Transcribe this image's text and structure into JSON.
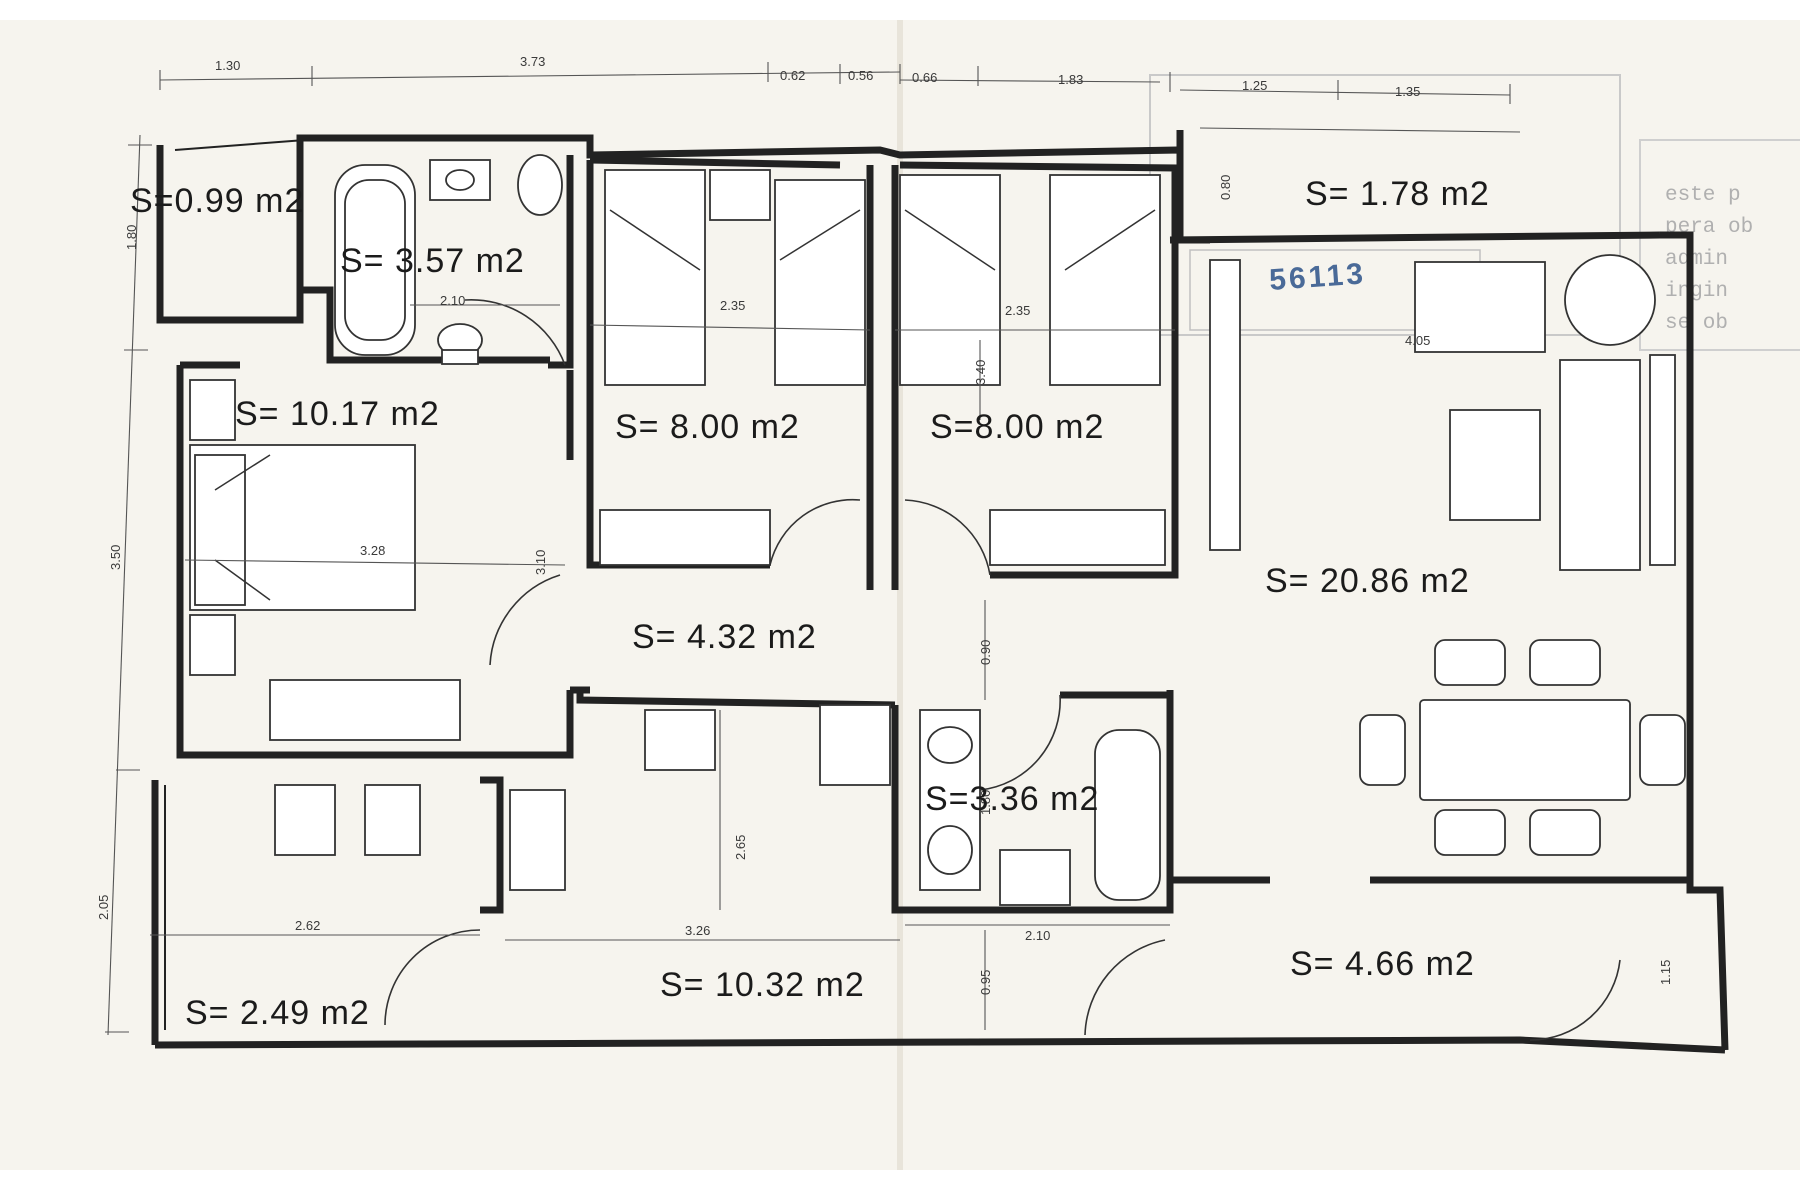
{
  "rooms": {
    "s099": "S=0.99  m2",
    "s357": "S=  3.57  m2",
    "s1017": "S=  10.17  m2",
    "s800a": "S=  8.00  m2",
    "s800b": "S=8.00  m2",
    "s178": "S=  1.78  m2",
    "s2086": "S=  20.86  m2",
    "s432": "S=  4.32  m2",
    "s336": "S=3.36  m2",
    "s249": "S=  2.49  m2",
    "s1032": "S=  10.32  m2",
    "s466": "S=  4.66  m2"
  },
  "dimensions": {
    "top": [
      "1.30",
      "3.73",
      "0.62",
      "0.56",
      "0.66",
      "1.83",
      "1.25",
      "1.35"
    ],
    "left": [
      "1.80",
      "3.50",
      "2.05"
    ],
    "inner": {
      "d210a": "2.10",
      "d235a": "2.35",
      "d235b": "2.35",
      "d340": "3.40",
      "d328": "3.28",
      "d310": "3.10",
      "d090a": "0.90",
      "d080": "0.80",
      "d405": "4.05",
      "d265": "2.65",
      "d180": "1.80",
      "d262": "2.62",
      "d326": "3.26",
      "d210b": "2.10",
      "d095": "0.95",
      "d115": "1.15"
    }
  },
  "stamp": {
    "number": "56113",
    "side_lines": [
      "este p",
      "pera ob",
      "admin",
      "ingin",
      "se ob"
    ]
  },
  "colors": {
    "ink": "#222222",
    "stamp": "#4a6a98",
    "paper": "#ffffff"
  }
}
